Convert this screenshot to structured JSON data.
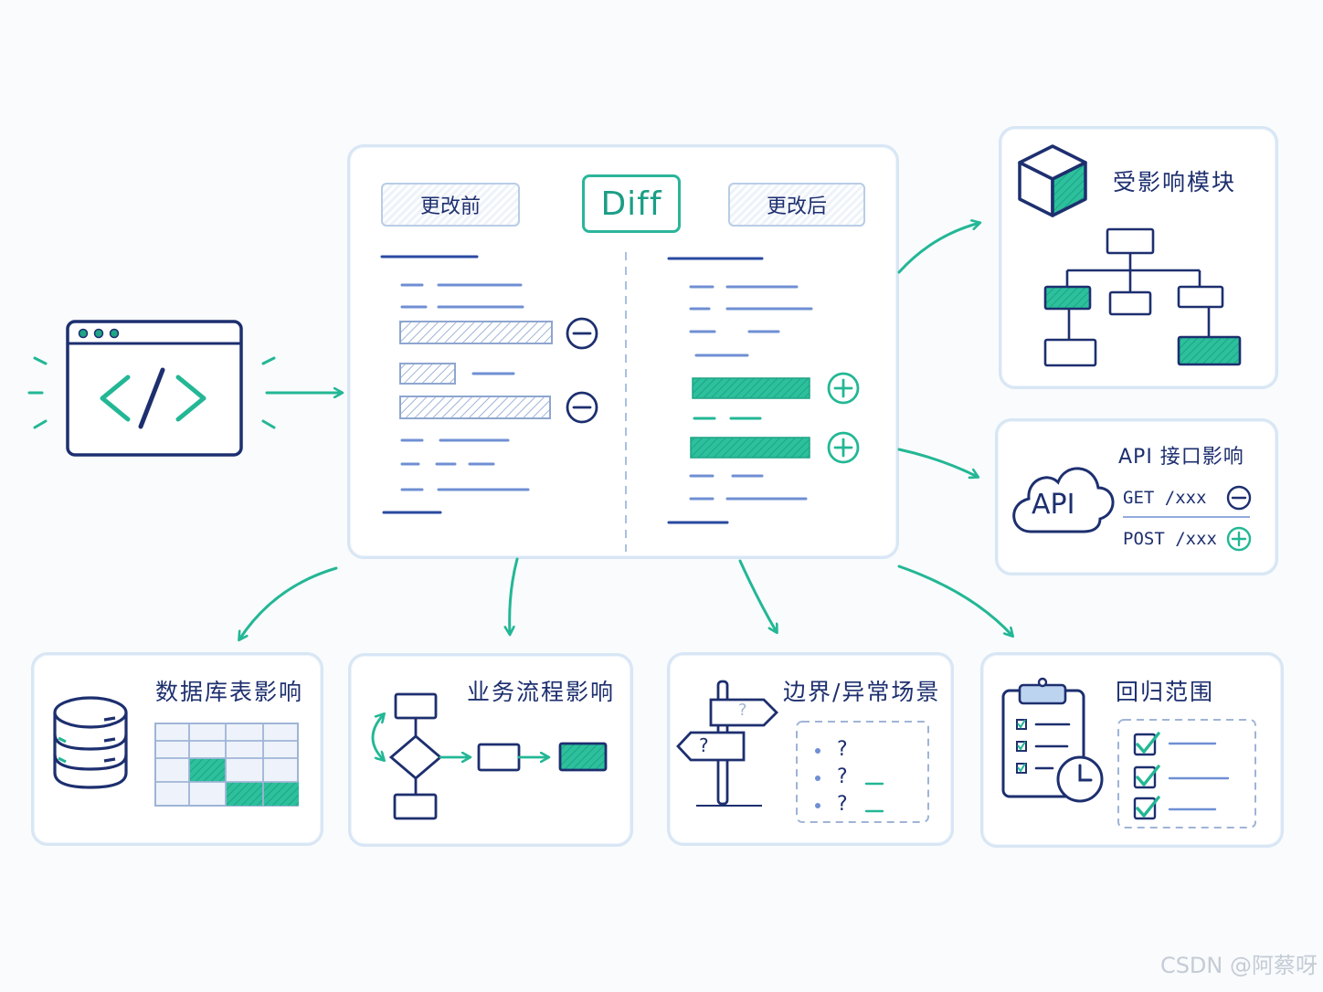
{
  "diff_panel": {
    "before_label": "更改前",
    "diff_label": "Diff",
    "after_label": "更改后"
  },
  "modules": {
    "title": "受影响模块"
  },
  "api": {
    "title": "API 接口影响",
    "cloud_label": "API",
    "endpoints": [
      {
        "text": "GET /xxx",
        "mark": "minus-icon"
      },
      {
        "text": "POST /xxx",
        "mark": "plus-icon"
      }
    ]
  },
  "database": {
    "title": "数据库表影响"
  },
  "business": {
    "title": "业务流程影响"
  },
  "edge": {
    "title": "边界/异常场景",
    "sign_mark": "?",
    "items": [
      "?",
      "?",
      "?"
    ]
  },
  "regression": {
    "title": "回归范围"
  },
  "watermark": "CSDN @阿蔡呀",
  "colors": {
    "navy": "#1d2f6f",
    "teal": "#23b795",
    "light_blue": "#9fb8e6",
    "card_border": "#d8e6f4"
  }
}
